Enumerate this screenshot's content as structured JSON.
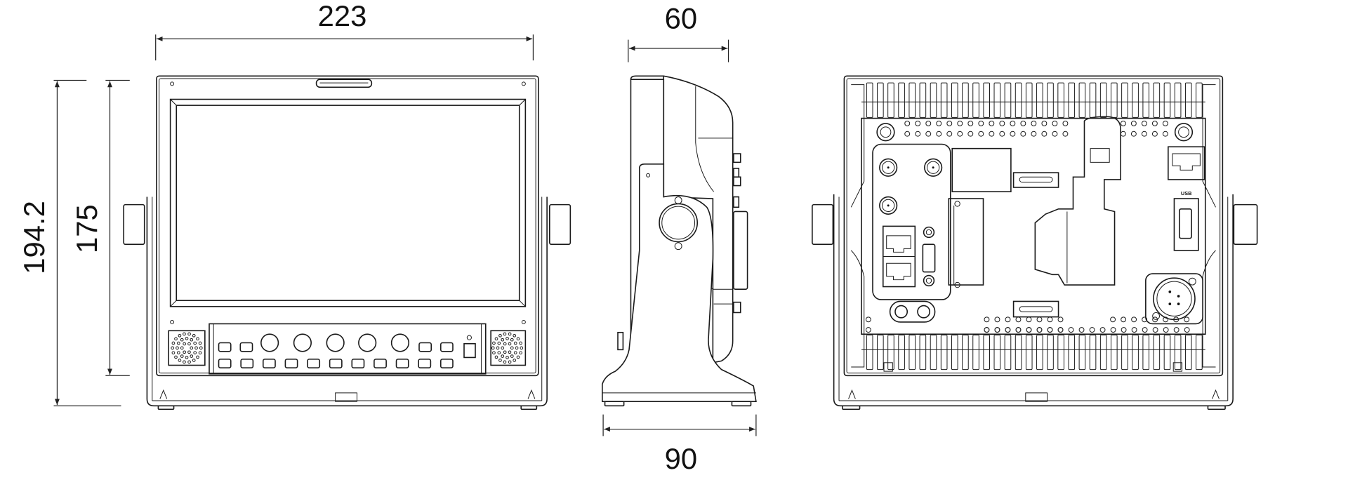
{
  "dimensions": {
    "front_width": "223",
    "side_depth_top": "60",
    "side_depth_base": "90",
    "total_height": "194.2",
    "body_height": "175"
  },
  "rear_labels": {
    "usb": "USB"
  },
  "colors": {
    "line": "#1a1a1a",
    "background": "#ffffff"
  }
}
